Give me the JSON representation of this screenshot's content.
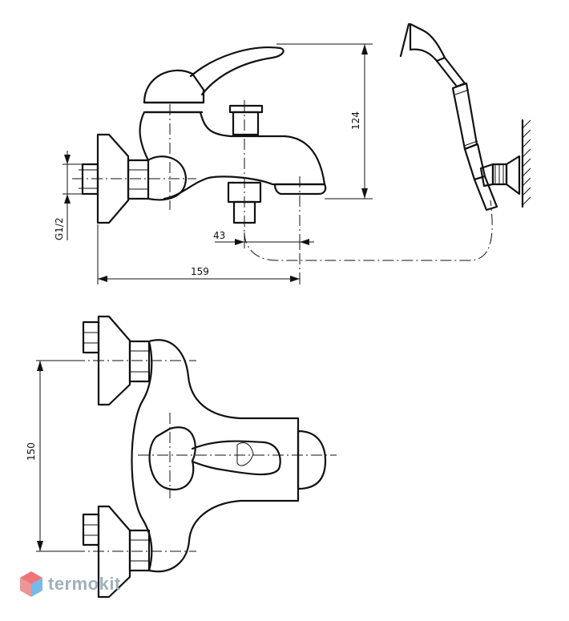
{
  "dimensions": {
    "height_body": "124",
    "thread": "G1/2",
    "spout_offset": "43",
    "total_depth": "159",
    "axis_distance": "150"
  },
  "watermark": {
    "text": "termokit",
    "accent_colors": [
      "#e8474b",
      "#4aa3e0",
      "#9fb0bf"
    ]
  }
}
